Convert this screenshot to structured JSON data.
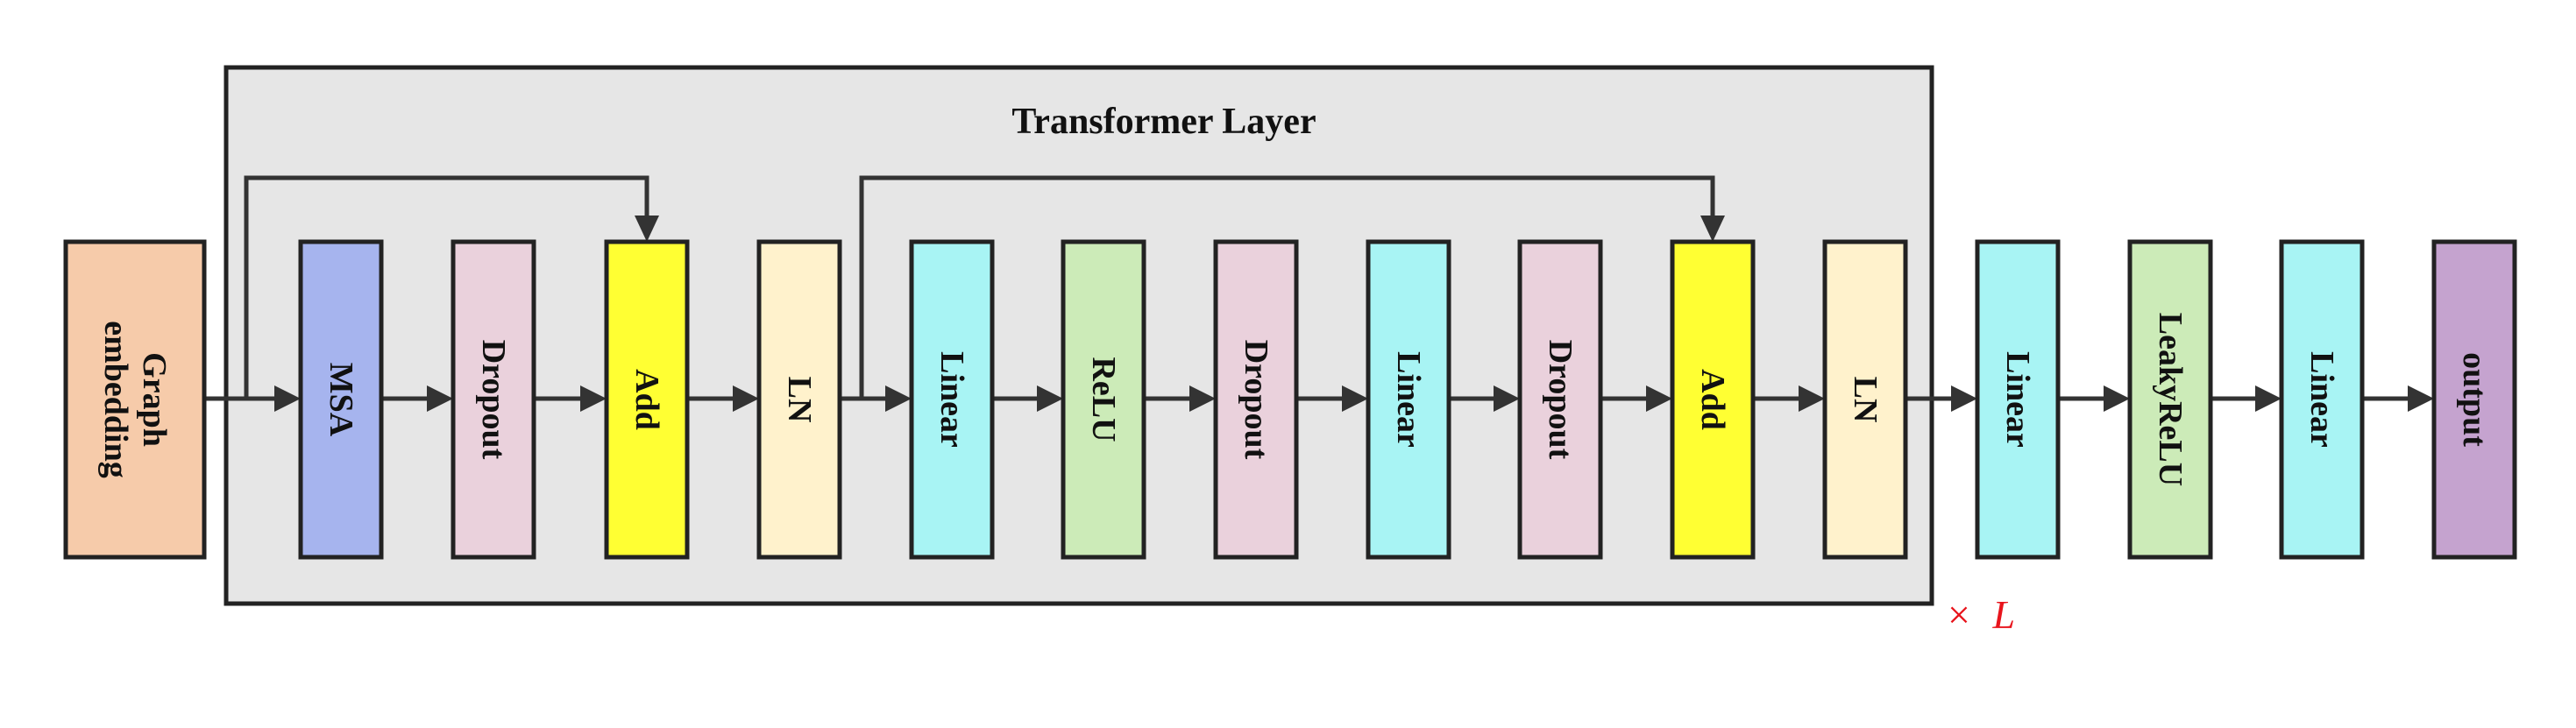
{
  "container": {
    "title": "Transformer Layer",
    "fill": "#e6e6e6",
    "repeat_symbol": "×",
    "repeat_var": "L",
    "repeat_color": "#e8141c"
  },
  "blocks": [
    {
      "id": "graph-embedding",
      "lines": [
        "Graph",
        "embedding"
      ],
      "fill": "#f6cbaa"
    },
    {
      "id": "msa",
      "lines": [
        "MSA"
      ],
      "fill": "#a6b4ee"
    },
    {
      "id": "dropout-1",
      "lines": [
        "Dropout"
      ],
      "fill": "#ead1dc"
    },
    {
      "id": "add-1",
      "lines": [
        "Add"
      ],
      "fill": "#ffff33"
    },
    {
      "id": "ln-1",
      "lines": [
        "LN"
      ],
      "fill": "#fff2cc"
    },
    {
      "id": "linear-1",
      "lines": [
        "Linear"
      ],
      "fill": "#a8f4f4"
    },
    {
      "id": "relu",
      "lines": [
        "ReLU"
      ],
      "fill": "#ccebb8"
    },
    {
      "id": "dropout-2",
      "lines": [
        "Dropout"
      ],
      "fill": "#ead1dc"
    },
    {
      "id": "linear-2",
      "lines": [
        "Linear"
      ],
      "fill": "#a8f4f4"
    },
    {
      "id": "dropout-3",
      "lines": [
        "Dropout"
      ],
      "fill": "#ead1dc"
    },
    {
      "id": "add-2",
      "lines": [
        "Add"
      ],
      "fill": "#ffff33"
    },
    {
      "id": "ln-2",
      "lines": [
        "LN"
      ],
      "fill": "#fff2cc"
    },
    {
      "id": "linear-3",
      "lines": [
        "Linear"
      ],
      "fill": "#a8f4f4"
    },
    {
      "id": "leakyrelu",
      "lines": [
        "LeakyReLU"
      ],
      "fill": "#ccebb8"
    },
    {
      "id": "linear-4",
      "lines": [
        "Linear"
      ],
      "fill": "#a8f4f4"
    },
    {
      "id": "output",
      "lines": [
        "output"
      ],
      "fill": "#c5a3cf"
    }
  ]
}
